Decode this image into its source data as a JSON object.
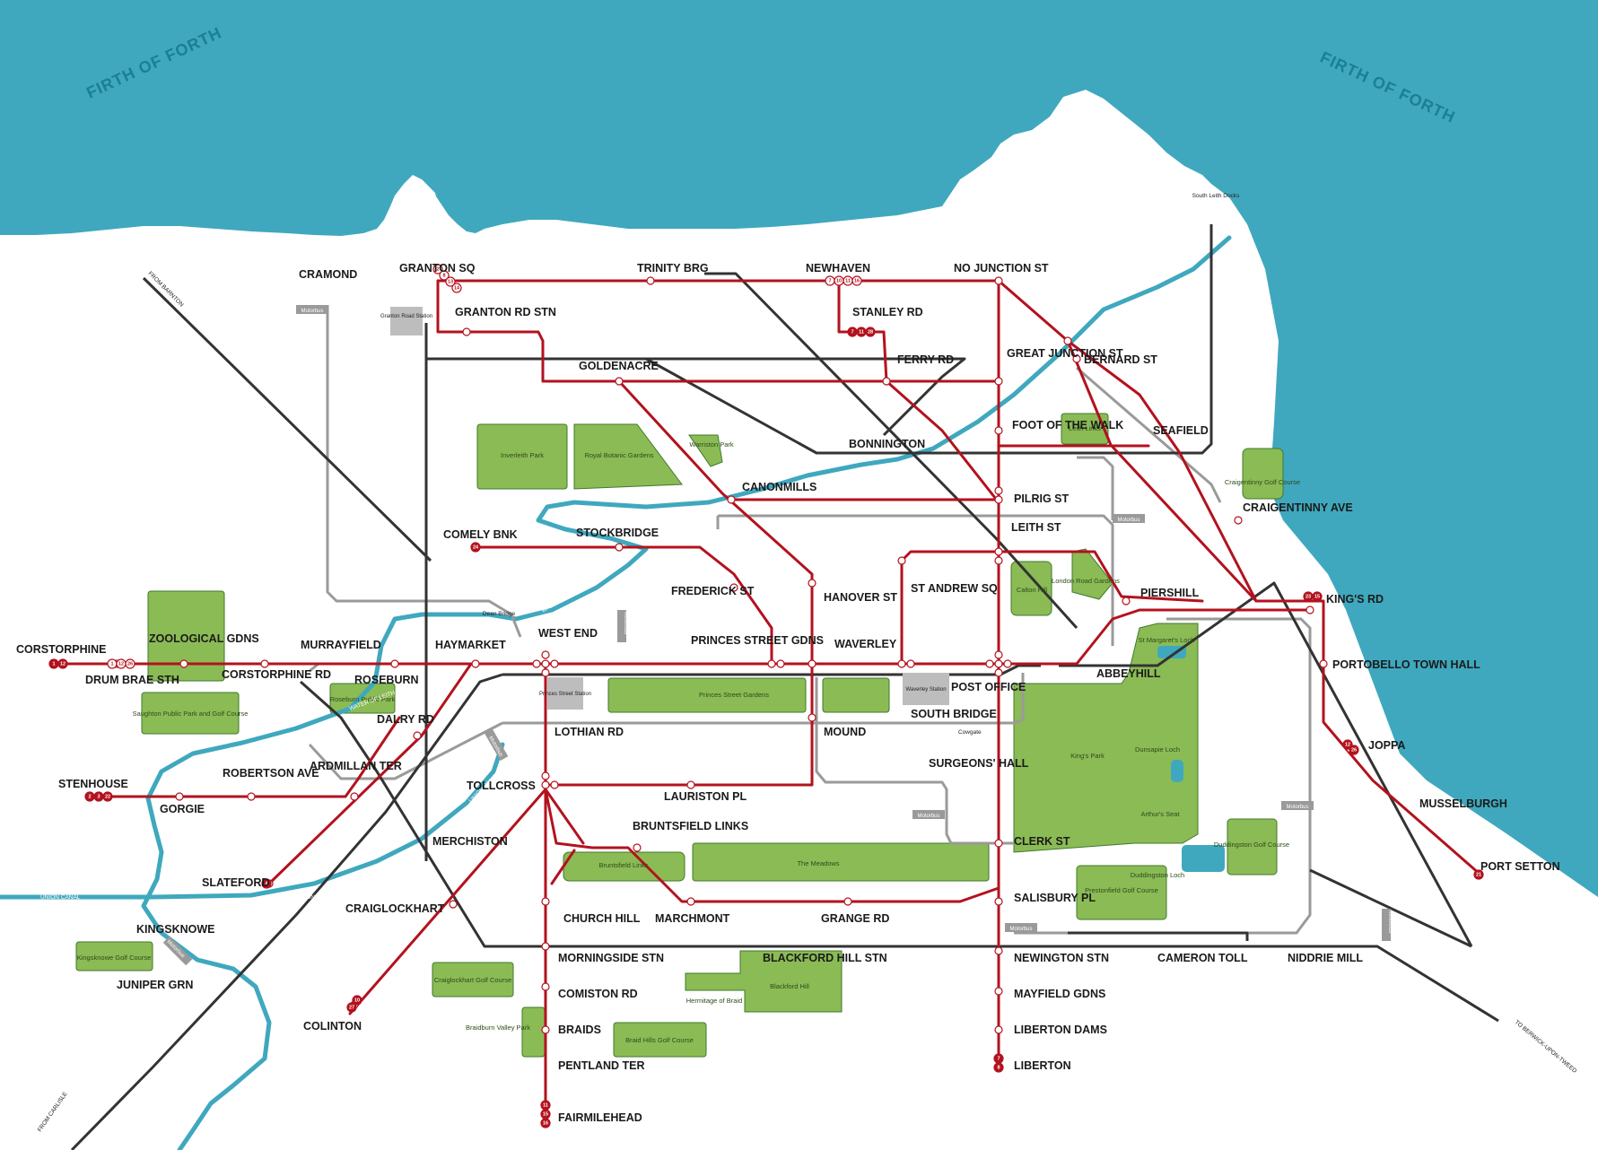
{
  "colors": {
    "sea": "#3fa8be",
    "land": "#ffffff",
    "park": "#8bbb55",
    "park_edge": "#3f7a2a",
    "tram": "#b3121e",
    "rail": "#333333",
    "suburban": "#9a9a9a",
    "river": "#3fa8be",
    "station": "#bdbdbd"
  },
  "water_labels": [
    {
      "id": "firth-west",
      "text": "FIRTH OF FORTH"
    },
    {
      "id": "firth-east",
      "text": "FIRTH OF FORTH"
    }
  ],
  "stations": [
    {
      "id": "cramond",
      "text": "CRAMOND"
    },
    {
      "id": "granton-sq",
      "text": "GRANTON SQ"
    },
    {
      "id": "granton-rd-stn",
      "text": "GRANTON RD STN"
    },
    {
      "id": "trinity-brg",
      "text": "TRINITY BRG"
    },
    {
      "id": "newhaven",
      "text": "NEWHAVEN"
    },
    {
      "id": "no-junction-st",
      "text": "NO JUNCTION ST"
    },
    {
      "id": "stanley-rd",
      "text": "STANLEY RD"
    },
    {
      "id": "ferry-rd",
      "text": "FERRY RD"
    },
    {
      "id": "goldenacre",
      "text": "GOLDENACRE"
    },
    {
      "id": "great-junction-st",
      "text": "GREAT JUNCTION ST"
    },
    {
      "id": "bernard-st",
      "text": "BERNARD ST"
    },
    {
      "id": "foot-of-the-walk",
      "text": "FOOT OF THE WALK"
    },
    {
      "id": "seafield",
      "text": "SEAFIELD"
    },
    {
      "id": "bonnington",
      "text": "BONNINGTON"
    },
    {
      "id": "canonmills",
      "text": "CANONMILLS"
    },
    {
      "id": "pilrig-st",
      "text": "PILRIG ST"
    },
    {
      "id": "craigentinny-ave",
      "text": "CRAIGENTINNY AVE"
    },
    {
      "id": "comely-bnk",
      "text": "COMELY BNK"
    },
    {
      "id": "stockbridge",
      "text": "STOCKBRIDGE"
    },
    {
      "id": "leith-st",
      "text": "LEITH ST"
    },
    {
      "id": "frederick-st",
      "text": "FREDERICK ST"
    },
    {
      "id": "hanover-st",
      "text": "HANOVER ST"
    },
    {
      "id": "st-andrew-sq",
      "text": "ST ANDREW SQ"
    },
    {
      "id": "piershill",
      "text": "PIERSHILL"
    },
    {
      "id": "kings-rd",
      "text": "KING'S RD"
    },
    {
      "id": "corstorphine",
      "text": "CORSTORPHINE"
    },
    {
      "id": "zoological-gdns",
      "text": "ZOOLOGICAL GDNS"
    },
    {
      "id": "murrayfield",
      "text": "MURRAYFIELD"
    },
    {
      "id": "haymarket",
      "text": "HAYMARKET"
    },
    {
      "id": "west-end",
      "text": "WEST END"
    },
    {
      "id": "princes-street-gdns",
      "text": "PRINCES STREET GDNS"
    },
    {
      "id": "waverley",
      "text": "WAVERLEY"
    },
    {
      "id": "post-office",
      "text": "POST OFFICE"
    },
    {
      "id": "abbeyhill",
      "text": "ABBEYHILL"
    },
    {
      "id": "portobello-town-hall",
      "text": "PORTOBELLO TOWN HALL"
    },
    {
      "id": "drum-brae-sth",
      "text": "DRUM BRAE STH"
    },
    {
      "id": "corstorphine-rd",
      "text": "CORSTORPHINE RD"
    },
    {
      "id": "roseburn",
      "text": "ROSEBURN"
    },
    {
      "id": "dalry-rd",
      "text": "DALRY RD"
    },
    {
      "id": "south-bridge",
      "text": "SOUTH BRIDGE"
    },
    {
      "id": "mound",
      "text": "MOUND"
    },
    {
      "id": "lothian-rd",
      "text": "LOTHIAN RD"
    },
    {
      "id": "stenhouse",
      "text": "STENHOUSE"
    },
    {
      "id": "robertson-ave",
      "text": "ROBERTSON AVE"
    },
    {
      "id": "ardmillan-ter",
      "text": "ARDMILLAN TER"
    },
    {
      "id": "gorgie",
      "text": "GORGIE"
    },
    {
      "id": "tollcross",
      "text": "TOLLCROSS"
    },
    {
      "id": "lauriston-pl",
      "text": "LAURISTON PL"
    },
    {
      "id": "surgeons-hall",
      "text": "SURGEONS' HALL"
    },
    {
      "id": "joppa",
      "text": "JOPPA"
    },
    {
      "id": "musselburgh",
      "text": "MUSSELBURGH"
    },
    {
      "id": "merchiston",
      "text": "MERCHISTON"
    },
    {
      "id": "bruntsfield-links",
      "text": "BRUNTSFIELD LINKS"
    },
    {
      "id": "clerk-st",
      "text": "CLERK ST"
    },
    {
      "id": "slateford",
      "text": "SLATEFORD"
    },
    {
      "id": "port-setton",
      "text": "PORT SETTON"
    },
    {
      "id": "craiglockhart",
      "text": "CRAIGLOCKHART"
    },
    {
      "id": "church-hill",
      "text": "CHURCH HILL"
    },
    {
      "id": "marchmont",
      "text": "MARCHMONT"
    },
    {
      "id": "grange-rd",
      "text": "GRANGE RD"
    },
    {
      "id": "salisbury-pl",
      "text": "SALISBURY PL"
    },
    {
      "id": "kingsknowe",
      "text": "KINGSKNOWE"
    },
    {
      "id": "morningside-stn",
      "text": "MORNINGSIDE STN"
    },
    {
      "id": "newington-stn",
      "text": "NEWINGTON STN"
    },
    {
      "id": "cameron-toll",
      "text": "CAMERON TOLL"
    },
    {
      "id": "niddrie-mill",
      "text": "NIDDRIE MILL"
    },
    {
      "id": "blackford-hill-stn",
      "text": "BLACKFORD HILL STN"
    },
    {
      "id": "juniper-grn",
      "text": "JUNIPER GRN"
    },
    {
      "id": "comiston-rd",
      "text": "COMISTON RD"
    },
    {
      "id": "mayfield-gdns",
      "text": "MAYFIELD GDNS"
    },
    {
      "id": "colinton",
      "text": "COLINTON"
    },
    {
      "id": "braids",
      "text": "BRAIDS"
    },
    {
      "id": "liberton-dams",
      "text": "LIBERTON DAMS"
    },
    {
      "id": "pentland-ter",
      "text": "PENTLAND TER"
    },
    {
      "id": "liberton",
      "text": "LIBERTON"
    },
    {
      "id": "fairmilehead",
      "text": "FAIRMILEHEAD"
    }
  ],
  "parks": [
    {
      "id": "inverleith",
      "text": "Inverleith Park"
    },
    {
      "id": "botanic",
      "text": "Royal Botanic Gardens"
    },
    {
      "id": "warriston",
      "text": "Warriston Park"
    },
    {
      "id": "leith-links",
      "text": "Leith Links"
    },
    {
      "id": "craigentinny-golf",
      "text": "Craigentinny Golf Course"
    },
    {
      "id": "zoo",
      "text": ""
    },
    {
      "id": "calton-hill",
      "text": "Calton Hill"
    },
    {
      "id": "london-rd-gardens",
      "text": "London Road Gardens"
    },
    {
      "id": "saughton",
      "text": "Saughton Public Park and Golf Course"
    },
    {
      "id": "roseburn-park",
      "text": "Roseburn Public Park"
    },
    {
      "id": "princes-street-gardens",
      "text": "Princes Street Gardens"
    },
    {
      "id": "psg-east",
      "text": ""
    },
    {
      "id": "kings-park",
      "text": "King's Park"
    },
    {
      "id": "duddingston-golf",
      "text": "Duddingston Golf Course"
    },
    {
      "id": "bruntsfield-links-park",
      "text": "Bruntsfield Links"
    },
    {
      "id": "meadows",
      "text": "The Meadows"
    },
    {
      "id": "prestonfield-golf",
      "text": "Prestonfield Golf Course"
    },
    {
      "id": "kingsknowe-golf",
      "text": "Kingsknowe Golf Course"
    },
    {
      "id": "craiglockhart-golf",
      "text": "Craiglockhart Golf Course"
    },
    {
      "id": "blackford-hill-park",
      "text": "Blackford Hill"
    },
    {
      "id": "hermitage",
      "text": "Hermitage of Braid"
    },
    {
      "id": "braidburn",
      "text": "Braidburn Valley Park"
    },
    {
      "id": "braid-hills-golf",
      "text": "Braid Hills Golf Course"
    }
  ],
  "park_features": [
    {
      "id": "st-margarets-loch",
      "text": "St Margaret's Loch"
    },
    {
      "id": "dunsapie-loch",
      "text": "Dunsapie Loch"
    },
    {
      "id": "arthurs-seat",
      "text": "Arthur's Seat"
    },
    {
      "id": "duddingston-loch",
      "text": "Duddingston Loch"
    }
  ],
  "rail_stations": [
    {
      "id": "granton-road-station",
      "text": "Granton Road Station"
    },
    {
      "id": "princes-street-station",
      "text": "Princes Street Station"
    },
    {
      "id": "waverley-station",
      "text": "Waverley Station"
    }
  ],
  "misc_labels": [
    {
      "id": "south-leith-docks",
      "text": "South Leith Docks"
    },
    {
      "id": "cowgate",
      "text": "Cowgate"
    },
    {
      "id": "dean-bridge",
      "text": "Dean Bridge"
    },
    {
      "id": "from-barnton",
      "text": "FROM BARNTON"
    },
    {
      "id": "from-carlisle",
      "text": "FROM CARLISLE"
    },
    {
      "id": "to-berwick",
      "text": "TO BERWICK-UPON-TWEED"
    },
    {
      "id": "water-of-leith-1",
      "text": "WATER OF LEITH"
    },
    {
      "id": "water-of-leith-2",
      "text": "WATER OF LEITH"
    },
    {
      "id": "water-of-leith-3",
      "text": "WATER OF LEITH"
    },
    {
      "id": "water-of-leith-4",
      "text": "WATER OF LEITH"
    },
    {
      "id": "union-canal-1",
      "text": "UNION CANAL"
    },
    {
      "id": "union-canal-2",
      "text": "UNION CANAL"
    },
    {
      "id": "union-canal-3",
      "text": "UNION CANAL"
    },
    {
      "id": "water-of-leith-5",
      "text": "WATER OF LEITH"
    }
  ],
  "motorbus_labels": [
    {
      "id": "mb-cramond",
      "text": "Motorbus"
    },
    {
      "id": "mb-frederick",
      "text": "Motorbus"
    },
    {
      "id": "mb-gorgie",
      "text": "Motorbus"
    },
    {
      "id": "mb-pilrig",
      "text": "Motorbus"
    },
    {
      "id": "mb-surgeons",
      "text": "Motorbus"
    },
    {
      "id": "mb-salisbury",
      "text": "Motorbus"
    },
    {
      "id": "mb-portobello",
      "text": "Motorbus"
    },
    {
      "id": "mb-niddrie",
      "text": "Motorbus"
    },
    {
      "id": "mb-kingsknowe",
      "text": "Motorbus"
    }
  ],
  "route_markers": [
    {
      "id": "m-corstorphine",
      "nums": [
        "1",
        "12"
      ],
      "solid": true
    },
    {
      "id": "m-drum-brae",
      "nums": [
        "1",
        "12",
        "26"
      ],
      "solid": false
    },
    {
      "id": "m-granton",
      "nums": [
        "2",
        "8",
        "13",
        "14"
      ],
      "solid": false
    },
    {
      "id": "m-newhaven",
      "nums": [
        "7",
        "10",
        "11",
        "16"
      ],
      "solid": false
    },
    {
      "id": "m-stanley",
      "nums": [
        "7",
        "11",
        "28"
      ],
      "solid": true
    },
    {
      "id": "m-comely",
      "nums": [
        "24"
      ],
      "solid": true
    },
    {
      "id": "m-slateford",
      "nums": [
        "4"
      ],
      "solid": true
    },
    {
      "id": "m-port-setton",
      "nums": [
        "21"
      ],
      "solid": true
    },
    {
      "id": "m-stenhouse",
      "nums": [
        "2",
        "3",
        "22"
      ],
      "solid": true
    },
    {
      "id": "m-colinton",
      "nums": [
        "10",
        "27"
      ],
      "solid": true
    },
    {
      "id": "m-fairmilehead",
      "nums": [
        "11",
        "15",
        "16"
      ],
      "solid": true
    },
    {
      "id": "m-liberton",
      "nums": [
        "7",
        "8"
      ],
      "solid": true
    },
    {
      "id": "m-joppa",
      "nums": [
        "12",
        "26"
      ],
      "solid": true
    },
    {
      "id": "m-kings-rd",
      "nums": [
        "23",
        "15"
      ],
      "solid": true
    }
  ]
}
